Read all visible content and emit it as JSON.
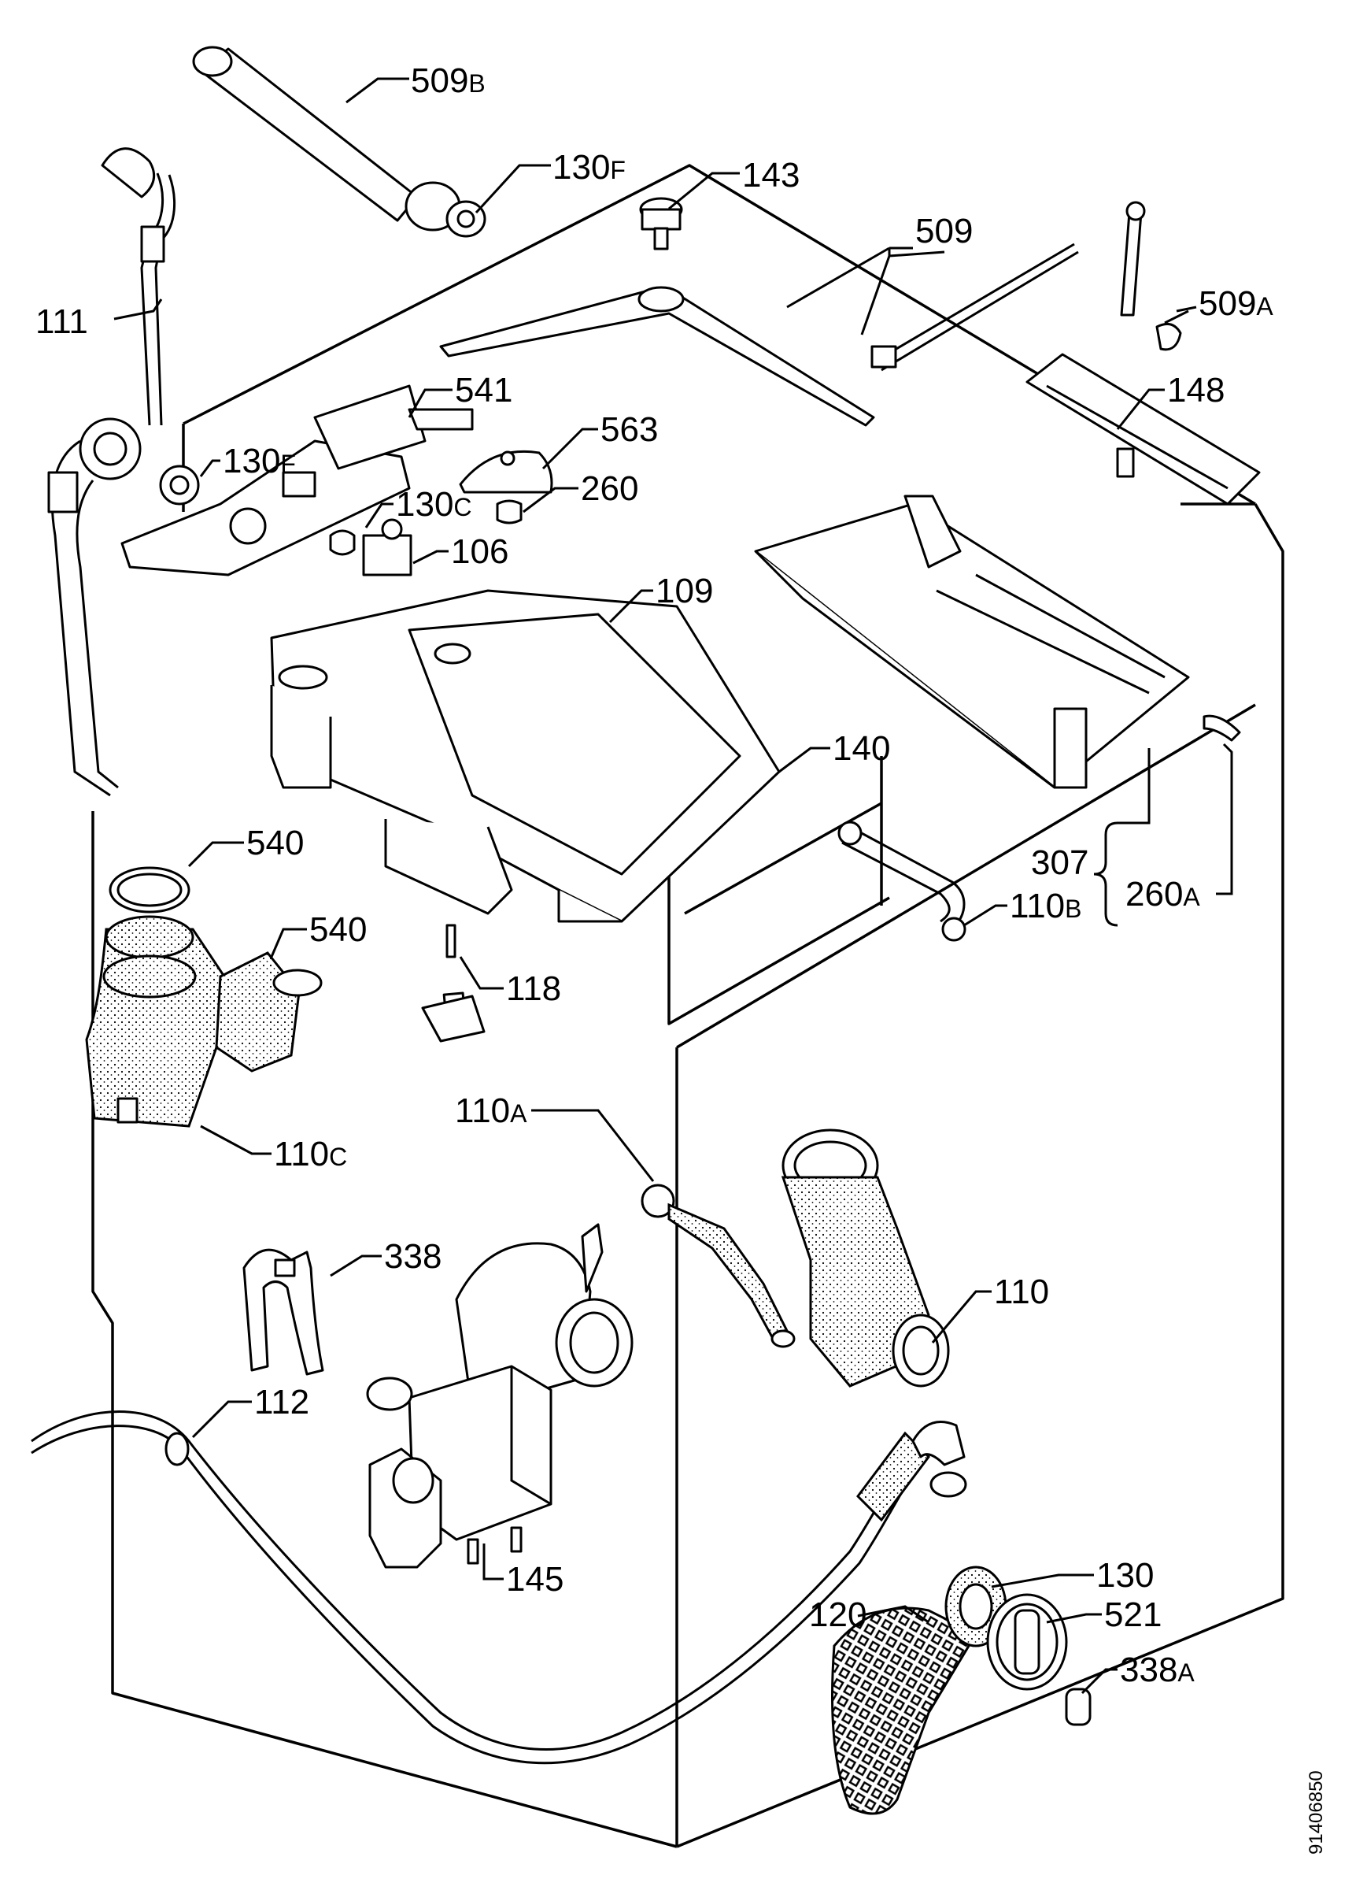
{
  "diagram": {
    "callouts": [
      {
        "id": "509b",
        "num": "509",
        "suffix": "B"
      },
      {
        "id": "130f-top",
        "num": "130",
        "suffix": "F"
      },
      {
        "id": "143",
        "num": "143",
        "suffix": ""
      },
      {
        "id": "111",
        "num": "111",
        "suffix": ""
      },
      {
        "id": "509",
        "num": "509",
        "suffix": ""
      },
      {
        "id": "509a",
        "num": "509",
        "suffix": "A"
      },
      {
        "id": "541",
        "num": "541",
        "suffix": ""
      },
      {
        "id": "148",
        "num": "148",
        "suffix": ""
      },
      {
        "id": "563",
        "num": "563",
        "suffix": ""
      },
      {
        "id": "130f-mid",
        "num": "130",
        "suffix": "F"
      },
      {
        "id": "260",
        "num": "260",
        "suffix": ""
      },
      {
        "id": "130c",
        "num": "130",
        "suffix": "C"
      },
      {
        "id": "106",
        "num": "106",
        "suffix": ""
      },
      {
        "id": "109",
        "num": "109",
        "suffix": ""
      },
      {
        "id": "140",
        "num": "140",
        "suffix": ""
      },
      {
        "id": "540-top",
        "num": "540",
        "suffix": ""
      },
      {
        "id": "307",
        "num": "307",
        "suffix": ""
      },
      {
        "id": "540-mid",
        "num": "540",
        "suffix": ""
      },
      {
        "id": "110b",
        "num": "110",
        "suffix": "B"
      },
      {
        "id": "260a",
        "num": "260",
        "suffix": "A"
      },
      {
        "id": "118",
        "num": "118",
        "suffix": ""
      },
      {
        "id": "110c",
        "num": "110",
        "suffix": "C"
      },
      {
        "id": "110a",
        "num": "110",
        "suffix": "A"
      },
      {
        "id": "338",
        "num": "338",
        "suffix": ""
      },
      {
        "id": "110",
        "num": "110",
        "suffix": ""
      },
      {
        "id": "112",
        "num": "112",
        "suffix": ""
      },
      {
        "id": "145",
        "num": "145",
        "suffix": ""
      },
      {
        "id": "130",
        "num": "130",
        "suffix": ""
      },
      {
        "id": "120",
        "num": "120",
        "suffix": ""
      },
      {
        "id": "521",
        "num": "521",
        "suffix": ""
      },
      {
        "id": "338a",
        "num": "338",
        "suffix": "A"
      }
    ],
    "drawing_number": "91406850"
  }
}
